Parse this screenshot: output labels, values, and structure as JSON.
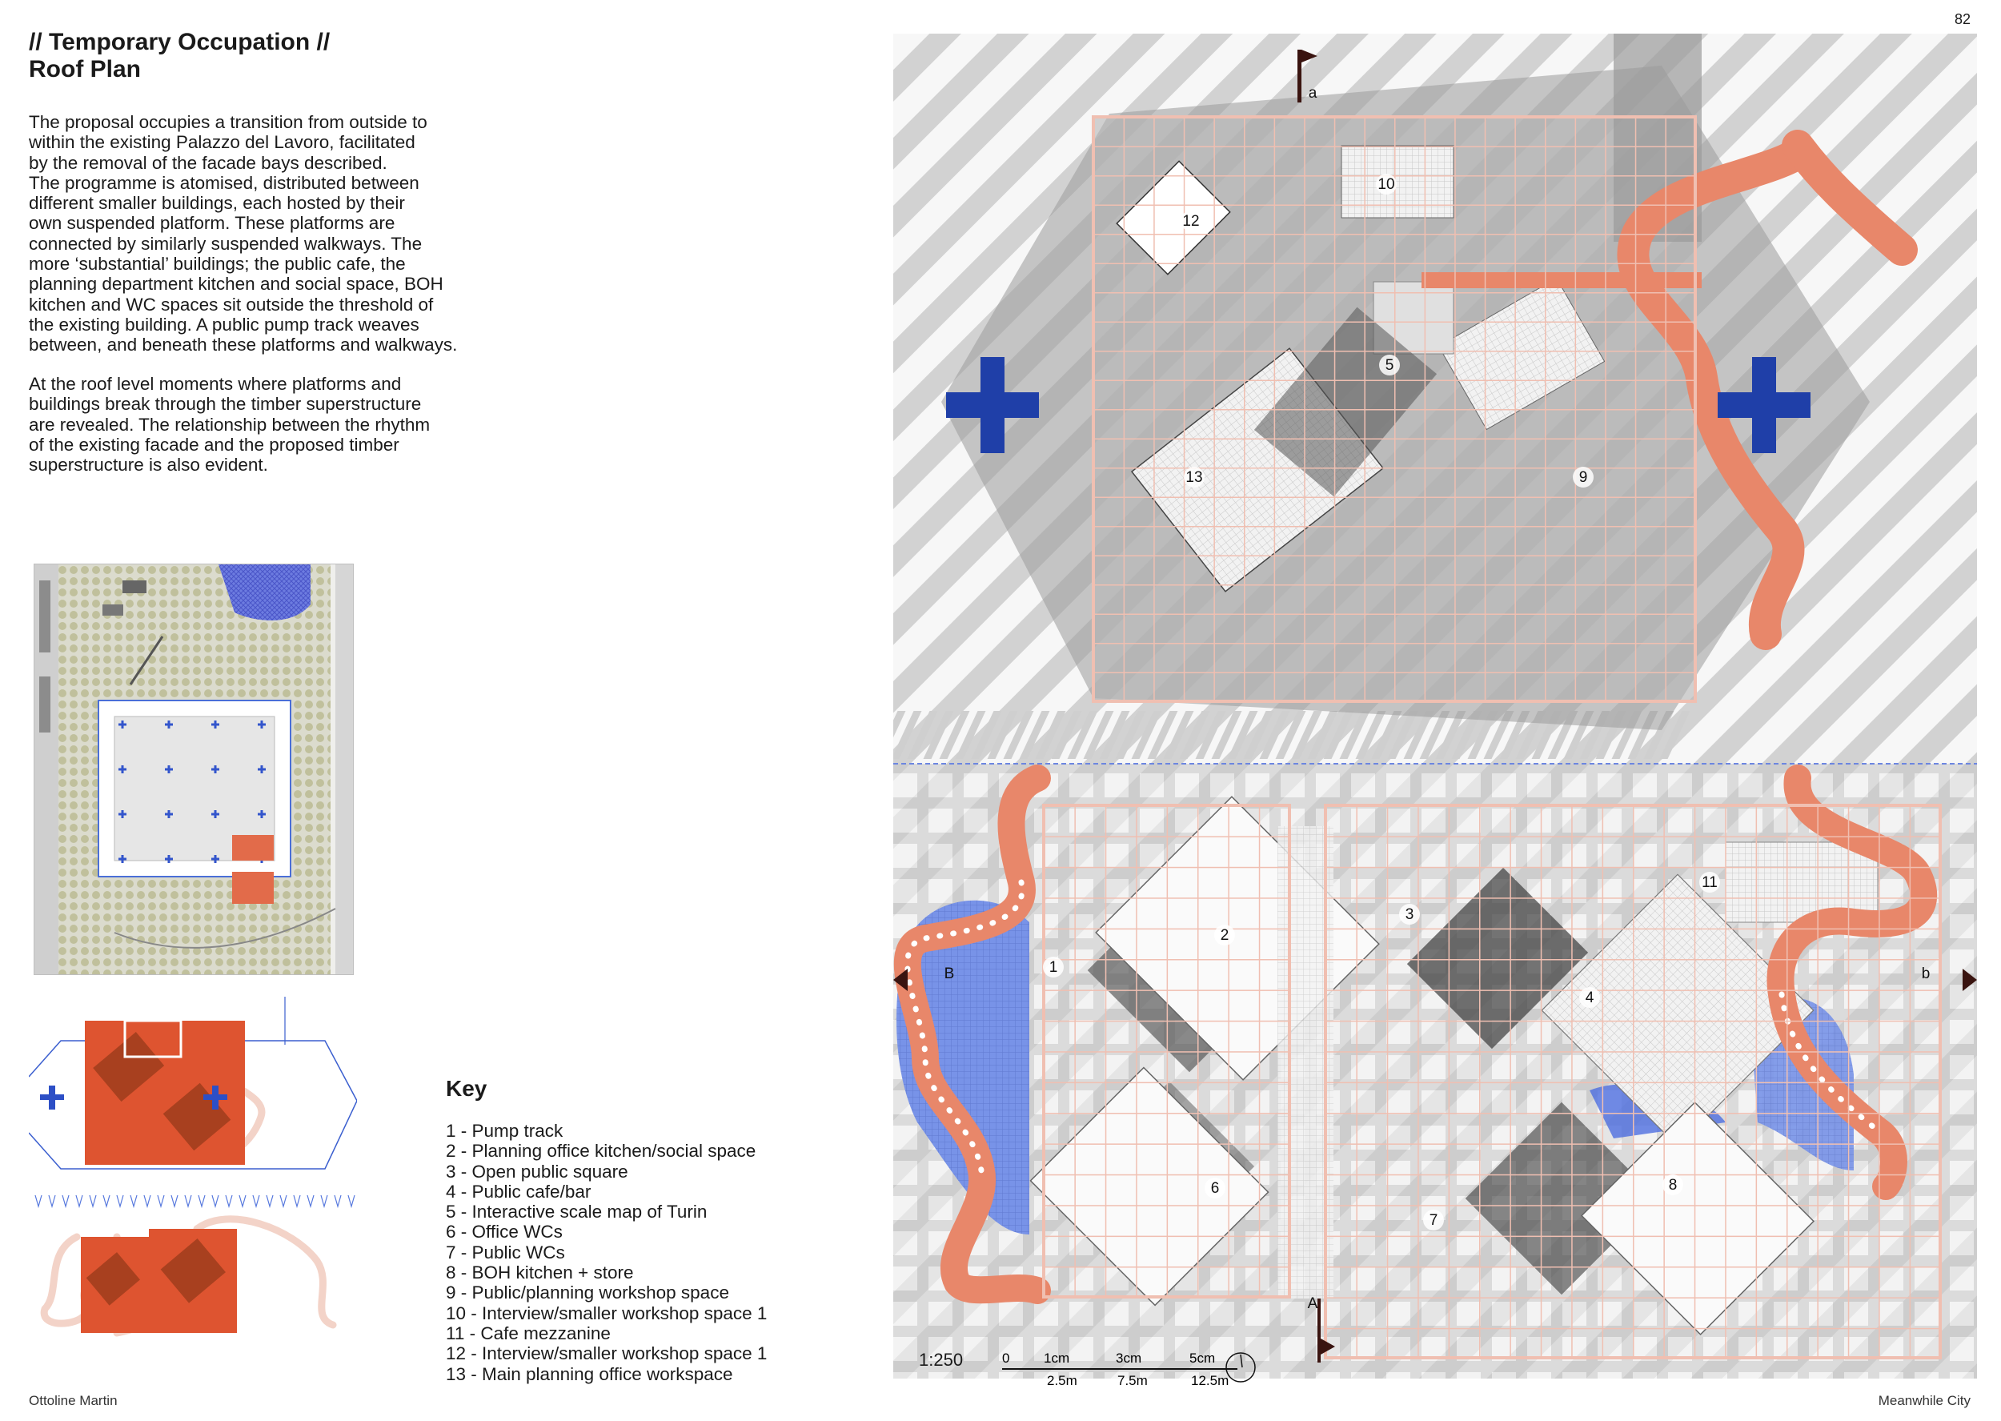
{
  "page": {
    "number": "82",
    "author": "Ottoline Martin",
    "project": "Meanwhile City"
  },
  "title": {
    "line1": "// Temporary Occupation //",
    "line2": "Roof Plan"
  },
  "paragraphs": [
    [
      "The proposal occupies a transition from outside to",
      "within the existing Palazzo del Lavoro, facilitated",
      "by the removal of the facade bays described.",
      "The programme is atomised, distributed between",
      "different smaller buildings, each hosted by their",
      "own suspended platform. These platforms are",
      "connected by similarly suspended walkways. The",
      "more ‘substantial’ buildings; the public cafe, the",
      "planning department kitchen and social space, BOH",
      "kitchen and WC spaces sit outside the threshold of",
      "the existing building. A public pump track weaves",
      "between, and beneath these platforms and walkways."
    ],
    [
      "At the roof level moments where platforms and",
      "buildings break through the timber superstructure",
      "are revealed. The relationship between the rhythm",
      "of the existing facade and the proposed timber",
      "superstructure is also evident."
    ]
  ],
  "key": {
    "heading": "Key",
    "items": [
      "1 - Pump track",
      "2 - Planning office kitchen/social space",
      "3 - Open public square",
      "4 - Public cafe/bar",
      "5 - Interactive scale map of Turin",
      "6 - Office WCs",
      "7 - Public WCs",
      "8 - BOH kitchen + store",
      "9 - Public/planning workshop space",
      "10 - Interview/smaller workshop space 1",
      "11 - Cafe mezzanine",
      "12 - Interview/smaller workshop space 1",
      "13 - Main planning office workspace"
    ]
  },
  "plan_labels": {
    "n1": "1",
    "n2": "2",
    "n3": "3",
    "n4": "4",
    "n5": "5",
    "n6": "6",
    "n7": "7",
    "n8": "8",
    "n9": "9",
    "n10": "10",
    "n11": "11",
    "n12": "12",
    "n13": "13",
    "section_a_upper": "a",
    "section_a_lower": "A",
    "section_b_left": "B",
    "section_b_right": "b"
  },
  "scale": {
    "ratio": "1:250",
    "top_ticks": [
      "0",
      "1cm",
      "3cm",
      "5cm"
    ],
    "bottom_ticks": [
      "2.5m",
      "7.5m",
      "12.5m"
    ]
  },
  "colors": {
    "orange": "#e0552d",
    "salmon": "#e8876a",
    "blue_dark": "#1f3fa8",
    "blue_light": "#7d93e0",
    "grey_shadow": "#8a8a8a",
    "grid_pink": "#f0c0b4"
  }
}
